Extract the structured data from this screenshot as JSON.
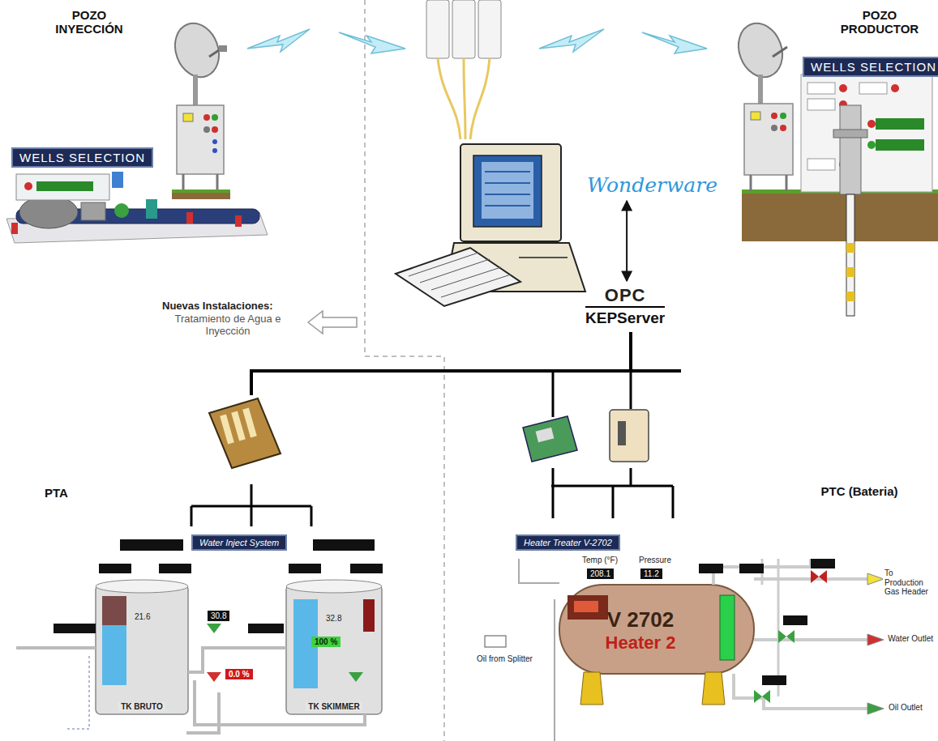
{
  "diagram": {
    "nodes": [
      {
        "text": [
          "WELLS SELECTION"
        ]
      },
      {
        "text": [
          "WELLS SELECTION"
        ]
      },
      {
        "text": [
          "Wonderware"
        ]
      },
      {
        "text": [
          "OPC",
          "KEPServer"
        ]
      },
      {
        "text": [
          "Water Inject System"
        ]
      },
      {
        "text": [
          "Heater Treater V-2702"
        ]
      },
      {
        "text": [
          "TK BRUTO"
        ]
      },
      {
        "text": [
          "TK SKIMMER"
        ]
      },
      {
        "text": [
          "V 2702",
          "Heater 2"
        ]
      }
    ],
    "edges": [
      {
        "from": 2,
        "to": 3,
        "arrow": "both"
      }
    ],
    "labels": [
      "POZO INYECCIÓN",
      "POZO PRODUCTOR",
      "Nuevas Instalaciones:",
      "Tratamiento de Agua e Inyección",
      "PTA",
      "PTC (Bateria)",
      "Temp (°F)",
      "208.1",
      "Pressure",
      "11.2",
      "100 %",
      "0.0 %",
      "30.8",
      "21.6",
      "32.8",
      "To Production Gas Header",
      "Water Outlet",
      "Oil Outlet",
      "Oil from Splitter"
    ]
  }
}
